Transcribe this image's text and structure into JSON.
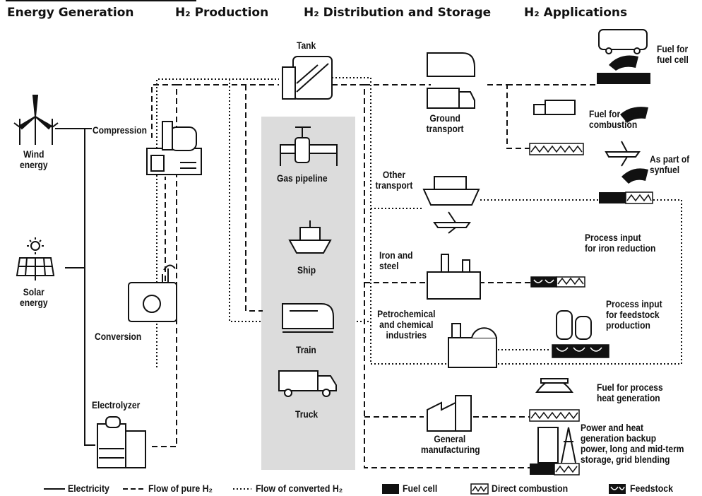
{
  "headers": {
    "energy_generation": "Energy Generation",
    "h2_production": "H₂ Production",
    "h2_distribution": "H₂ Distribution and Storage",
    "h2_applications": "H₂ Applications"
  },
  "generation": {
    "wind": "Wind\nenergy",
    "solar": "Solar\nenergy"
  },
  "production": {
    "compression": "Compression",
    "conversion": "Conversion",
    "electrolyzer": "Electrolyzer"
  },
  "distribution": {
    "tank": "Tank",
    "gas_pipeline": "Gas pipeline",
    "ship": "Ship",
    "train": "Train",
    "truck": "Truck"
  },
  "sectors": {
    "ground_transport": "Ground\ntransport",
    "other_transport": "Other\ntransport",
    "iron_steel": "Iron and\nsteel",
    "petrochemical": "Petrochemical\nand chemical\nindustries",
    "general_manufacturing": "General\nmanufacturing"
  },
  "applications": {
    "fuel_cell": "Fuel for\nfuel cell",
    "direct_combustion": "Fuel for direct\ncombustion",
    "synfuel": "As part of\nsynfuel",
    "iron_reduction": "Process input\nfor iron reduction",
    "feedstock_production": "Process input\nfor feedstock\nproduction",
    "process_heat": "Fuel for process\nheat generation",
    "power_heat": "Power and heat\ngeneration backup\npower, long and mid-term\nstorage, grid blending"
  },
  "legend": {
    "electricity": "Electricity",
    "pure_h2": "Flow of pure H₂",
    "converted_h2": "Flow of converted H₂",
    "fuel_cell": "Fuel cell",
    "direct_combustion": "Direct combustion",
    "feedstock": "Feedstock"
  },
  "colors": {
    "line": "#111111",
    "panel": "#dcdcdc",
    "background": "#ffffff"
  }
}
